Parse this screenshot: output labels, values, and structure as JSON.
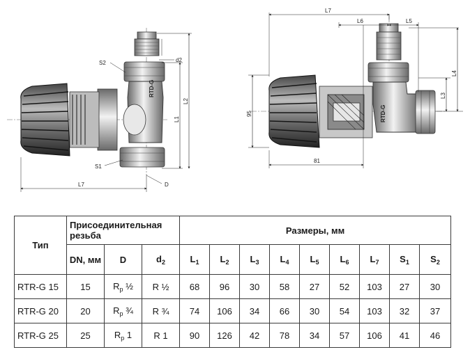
{
  "drawing_left": {
    "labels": {
      "s2": "S2",
      "d2": "d2",
      "l2": "L2",
      "l1": "L1",
      "s1": "S1",
      "d": "D",
      "l7": "L7",
      "body": "RTD-G"
    }
  },
  "drawing_right": {
    "labels": {
      "l7": "L7",
      "l6": "L6",
      "l5": "L5",
      "l4": "L4",
      "l3": "L3",
      "h95": "95",
      "w81": "81",
      "body": "RTD-G"
    }
  },
  "table": {
    "col_type": "Тип",
    "col_connection": "Присоединительная резьба",
    "col_dimensions": "Размеры, мм",
    "sub_dn": "DN, мм",
    "sub_d": "D",
    "sub_d2": {
      "base": "d",
      "sub": "2"
    },
    "dims": [
      {
        "base": "L",
        "sub": "1"
      },
      {
        "base": "L",
        "sub": "2"
      },
      {
        "base": "L",
        "sub": "3"
      },
      {
        "base": "L",
        "sub": "4"
      },
      {
        "base": "L",
        "sub": "5"
      },
      {
        "base": "L",
        "sub": "6"
      },
      {
        "base": "L",
        "sub": "7"
      },
      {
        "base": "S",
        "sub": "1"
      },
      {
        "base": "S",
        "sub": "2"
      }
    ],
    "rows": [
      {
        "type": "RTR-G 15",
        "dn": "15",
        "d_base": "R",
        "d_sub": "p",
        "d_size": "½",
        "d2": "R ½",
        "l1": "68",
        "l2": "96",
        "l3": "30",
        "l4": "58",
        "l5": "27",
        "l6": "52",
        "l7": "103",
        "s1": "27",
        "s2": "30"
      },
      {
        "type": "RTR-G 20",
        "dn": "20",
        "d_base": "R",
        "d_sub": "p",
        "d_size": "¾",
        "d2": "R ¾",
        "l1": "74",
        "l2": "106",
        "l3": "34",
        "l4": "66",
        "l5": "30",
        "l6": "54",
        "l7": "103",
        "s1": "32",
        "s2": "37"
      },
      {
        "type": "RTR-G 25",
        "dn": "25",
        "d_base": "R",
        "d_sub": "p",
        "d_size": "1",
        "d2": "R 1",
        "l1": "90",
        "l2": "126",
        "l3": "42",
        "l4": "78",
        "l5": "34",
        "l6": "57",
        "l7": "106",
        "s1": "41",
        "s2": "46"
      }
    ]
  }
}
